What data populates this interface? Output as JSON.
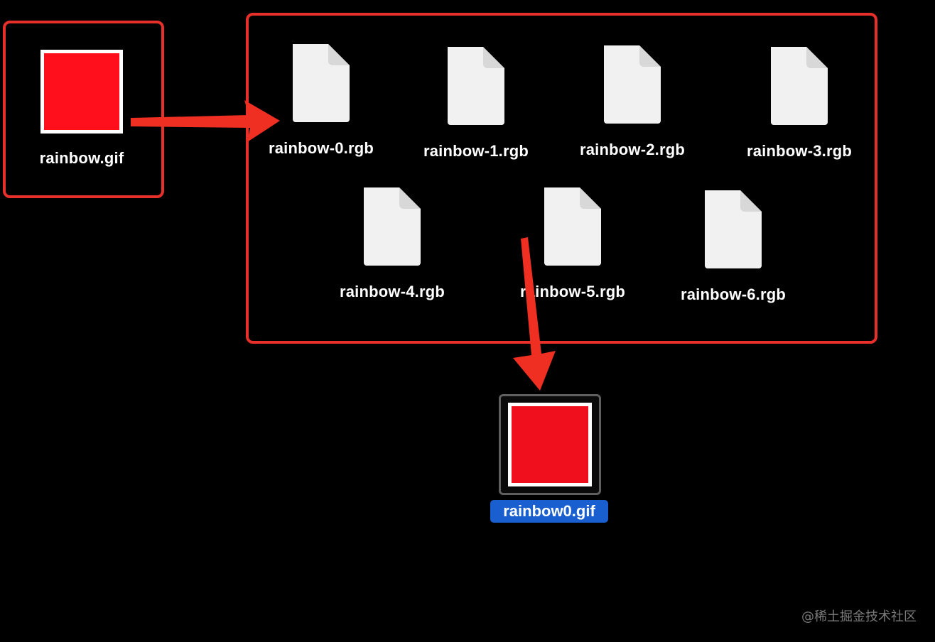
{
  "source": {
    "filename": "rainbow.gif",
    "thumbnail_color": "#ff0f1c"
  },
  "frames": [
    {
      "filename": "rainbow-0.rgb",
      "icon": "document-icon"
    },
    {
      "filename": "rainbow-1.rgb",
      "icon": "document-icon"
    },
    {
      "filename": "rainbow-2.rgb",
      "icon": "document-icon"
    },
    {
      "filename": "rainbow-3.rgb",
      "icon": "document-icon"
    },
    {
      "filename": "rainbow-4.rgb",
      "icon": "document-icon"
    },
    {
      "filename": "rainbow-5.rgb",
      "icon": "document-icon"
    },
    {
      "filename": "rainbow-6.rgb",
      "icon": "document-icon"
    }
  ],
  "output": {
    "filename": "rainbow0.gif",
    "thumbnail_color": "#f00f1c",
    "selected": true
  },
  "watermark": "@稀土掘金技术社区",
  "colors": {
    "background": "#000000",
    "frame_border": "#e8302a",
    "arrow": "#ee2f22",
    "selection_label": "#1a5fd0"
  }
}
